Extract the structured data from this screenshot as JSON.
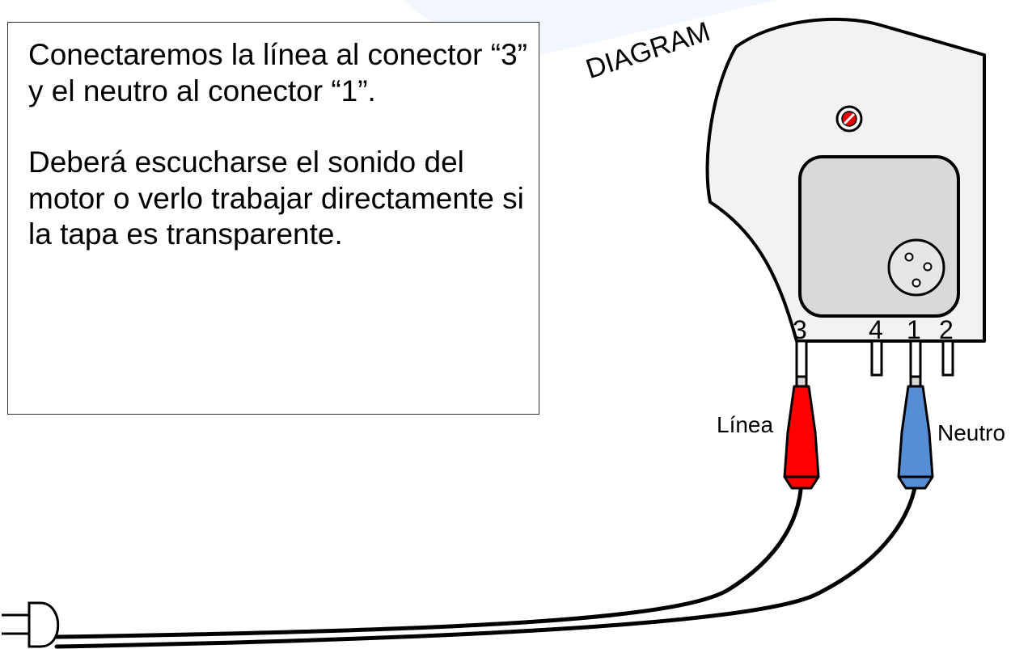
{
  "instructions": {
    "paragraph_1": "Conectaremos la línea al conector “3”  y el neutro al conector “1”.",
    "paragraph_2": "Deberá escucharse el sonido del motor o verlo trabajar directamente si la tapa es transparente."
  },
  "diagram": {
    "terminals": [
      "3",
      "4",
      "1",
      "2"
    ],
    "line_label": "Línea",
    "neutral_label": "Neutro",
    "watermark": "DIAGRAM"
  },
  "colors": {
    "line_clip": "#ff0000",
    "neutral_clip": "#558ed5",
    "housing": "#f2f2f2",
    "window": "#d9d9d9",
    "screw": "#e00000"
  }
}
